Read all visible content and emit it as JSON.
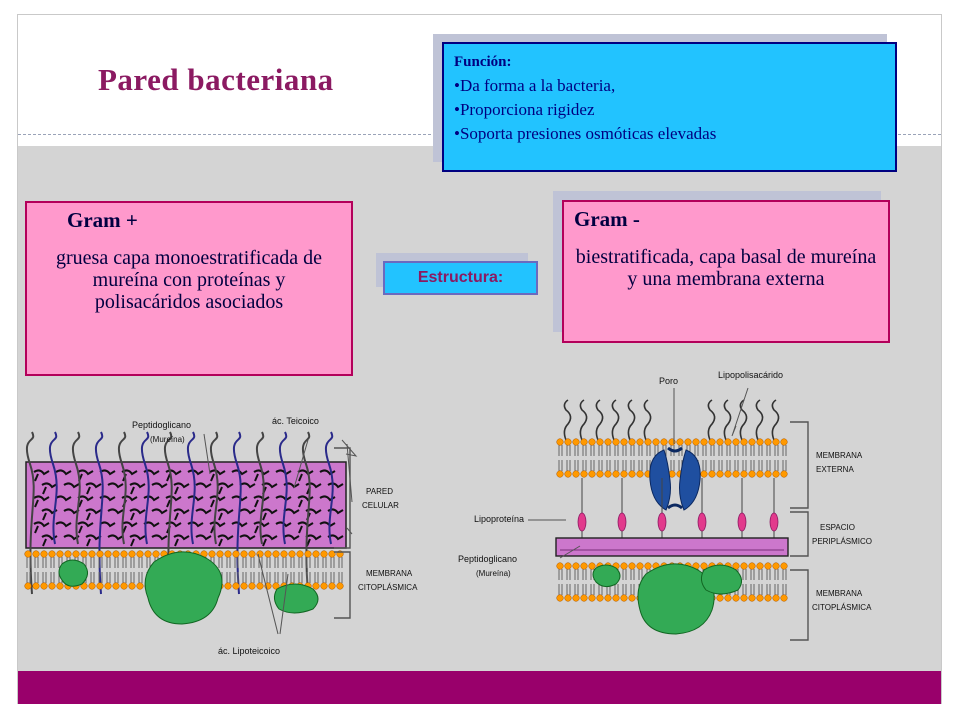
{
  "title": "Pared bacteriana",
  "funcion": {
    "heading": "Función:",
    "items": [
      "•Da forma a la bacteria,",
      "•Proporciona rigidez",
      "•Soporta presiones osmóticas elevadas"
    ]
  },
  "gram_pos": {
    "heading": "Gram +",
    "text": "gruesa capa monoestratificada de mureína con proteínas y polisacáridos asociados"
  },
  "gram_neg": {
    "heading": "Gram -",
    "text": "biestratificada, capa basal de mureína y una membrana externa"
  },
  "estructura_label": "Estructura:",
  "diagram_left": {
    "peptidoglicano": "Peptidoglicano",
    "mureina": "(Mureína)",
    "ac_teicoico": "ác. Teicoico",
    "pared": "PARED",
    "celular": "CELULAR",
    "membrana": "MEMBRANA",
    "citoplasmica": "CITOPLÁSMICA",
    "ac_lipoteicoico": "ác. Lipoteicoico"
  },
  "diagram_right": {
    "poro": "Poro",
    "lipopolisacarido": "Lipopolisacárido",
    "lipoproteina": "Lipoproteína",
    "peptidoglicano": "Peptidoglicano",
    "mureina": "(Mureína)",
    "membrana_externa_1": "MEMBRANA",
    "membrana_externa_2": "EXTERNA",
    "espacio_1": "ESPACIO",
    "espacio_2": "PERIPLÁSMICO",
    "membrana_cito_1": "MEMBRANA",
    "membrana_cito_2": "CITOPLÁSMICA"
  },
  "colors": {
    "accent_title": "#8b1a62",
    "bottom_bar": "#99006b",
    "funcion_bg": "#22c3ff",
    "gram_box_bg": "#ff99cc",
    "wall": "#cc77cc",
    "lipid_head": "#ff9900",
    "protein": "#33aa55",
    "porin": "#1f4fa0"
  }
}
